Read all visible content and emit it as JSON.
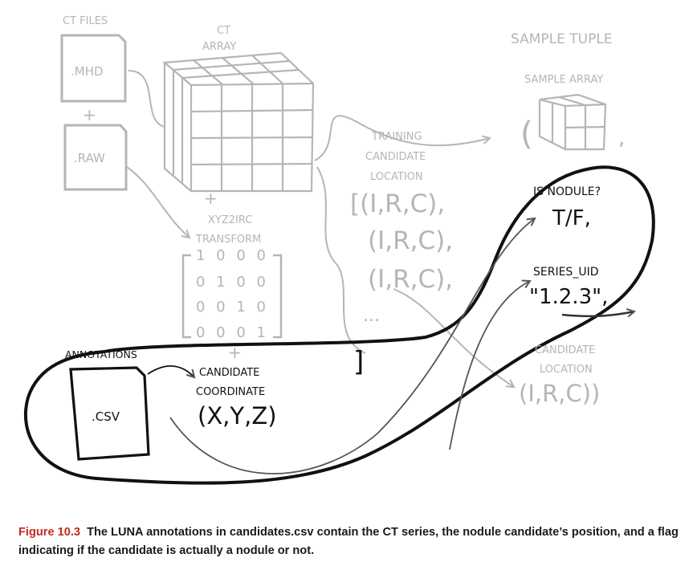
{
  "ct_files": {
    "title": "CT FILES",
    "mhd": ".MHD",
    "plus": "+",
    "raw": ".RAW"
  },
  "ct_array": {
    "line1": "CT",
    "line2": "ARRAY",
    "plus": "+"
  },
  "transform": {
    "line1": "XYZ2IRC",
    "line2": "TRANSFORM",
    "rows": [
      "1 0 0 0",
      "0 1 0 0",
      "0 0 1 0",
      "0 0 0 1"
    ],
    "plus": "+"
  },
  "training": {
    "line1": "TRAINING",
    "line2": "CANDIDATE",
    "line3": "LOCATION",
    "item1": "[(I,R,C),",
    "item2": "(I,R,C),",
    "item3": "(I,R,C),",
    "ellipsis": "...",
    "close": "]"
  },
  "sample_tuple": {
    "title": "SAMPLE TUPLE",
    "array_label": "SAMPLE ARRAY",
    "open_paren": "(",
    "comma": ","
  },
  "is_nodule": {
    "label": "IS NODULE?",
    "value": "T/F,"
  },
  "series_uid": {
    "label": "SERIES_UID",
    "value": "\"1.2.3\","
  },
  "candidate_location": {
    "line1": "CANDIDATE",
    "line2": "LOCATION",
    "value": "(I,R,C))"
  },
  "annotations": {
    "label": "ANNOTATIONS",
    "file": ".CSV"
  },
  "candidate_coordinate": {
    "line1": "CANDIDATE",
    "line2": "COORDINATE",
    "value": "(X,Y,Z)"
  },
  "caption": {
    "label": "Figure 10.3",
    "text": "The LUNA annotations in candidates.csv contain the CT series, the nodule candidate’s position, and a flag indicating if the candidate is actually a nodule or not."
  },
  "colors": {
    "faint": "#b5b5b5",
    "dark": "#111111",
    "caption_label": "#c42a1c"
  }
}
